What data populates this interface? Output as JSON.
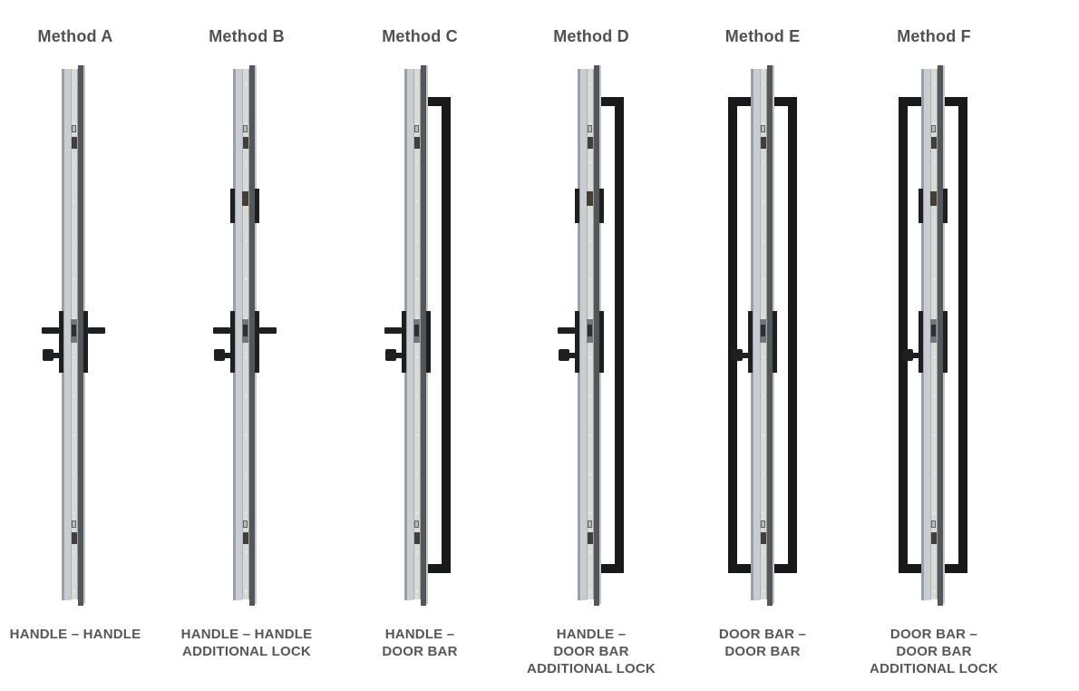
{
  "page": {
    "description": "Six labelled side-view diagrams of a door profile showing handle / door-bar / lock combinations"
  },
  "colors": {
    "background": "#ffffff",
    "hardware_black": "#1d1f21",
    "door_bar_black": "#17191b",
    "profile_edge": "#9aa0a7",
    "profile_light": "#c9cdd2",
    "profile_face": "#d7dad7",
    "profile_dark": "#53565b",
    "profile_edge_right": "#c3c7cb",
    "title_text": "#4f5155",
    "caption_text": "#55575b"
  },
  "methods": [
    {
      "id": "A",
      "title": "Method A",
      "caption_lines": [
        "HANDLE – HANDLE"
      ],
      "features": {
        "left_handle": true,
        "right_handle": true,
        "cylinder_knob": true,
        "left_door_bar": false,
        "right_door_bar": false,
        "additional_lock": false
      }
    },
    {
      "id": "B",
      "title": "Method B",
      "caption_lines": [
        "HANDLE – HANDLE",
        "ADDITIONAL LOCK"
      ],
      "features": {
        "left_handle": true,
        "right_handle": true,
        "cylinder_knob": true,
        "left_door_bar": false,
        "right_door_bar": false,
        "additional_lock": true
      }
    },
    {
      "id": "C",
      "title": "Method C",
      "caption_lines": [
        "HANDLE –",
        "DOOR BAR"
      ],
      "features": {
        "left_handle": true,
        "right_handle": false,
        "cylinder_knob": true,
        "left_door_bar": false,
        "right_door_bar": true,
        "additional_lock": false
      }
    },
    {
      "id": "D",
      "title": "Method D",
      "caption_lines": [
        "HANDLE –",
        "DOOR BAR",
        "ADDITIONAL LOCK"
      ],
      "features": {
        "left_handle": true,
        "right_handle": false,
        "cylinder_knob": true,
        "left_door_bar": false,
        "right_door_bar": true,
        "additional_lock": true
      }
    },
    {
      "id": "E",
      "title": "Method E",
      "caption_lines": [
        "DOOR BAR –",
        "DOOR BAR"
      ],
      "features": {
        "left_handle": false,
        "right_handle": false,
        "cylinder_knob": true,
        "left_door_bar": true,
        "right_door_bar": true,
        "additional_lock": false
      }
    },
    {
      "id": "F",
      "title": "Method F",
      "caption_lines": [
        "DOOR BAR –",
        "DOOR BAR",
        "ADDITIONAL LOCK"
      ],
      "features": {
        "left_handle": false,
        "right_handle": false,
        "cylinder_knob": true,
        "left_door_bar": true,
        "right_door_bar": true,
        "additional_lock": true
      }
    }
  ]
}
